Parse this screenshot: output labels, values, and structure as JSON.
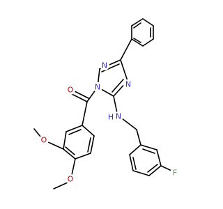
{
  "molecule": {
    "atoms": {
      "n_ring_top": "N",
      "n_ring_right": "N",
      "n_ring_left": "N",
      "nh": "N",
      "nh_h": "H",
      "o_carbonyl": "O",
      "o_methoxy_3": "O",
      "o_methoxy_4": "O",
      "fluorine": "F"
    }
  },
  "colors": {
    "bond": "#000000",
    "nitrogen": "#3333cc",
    "oxygen": "#cc0000",
    "fluorine": "#33aa33",
    "background": "#ffffff"
  }
}
